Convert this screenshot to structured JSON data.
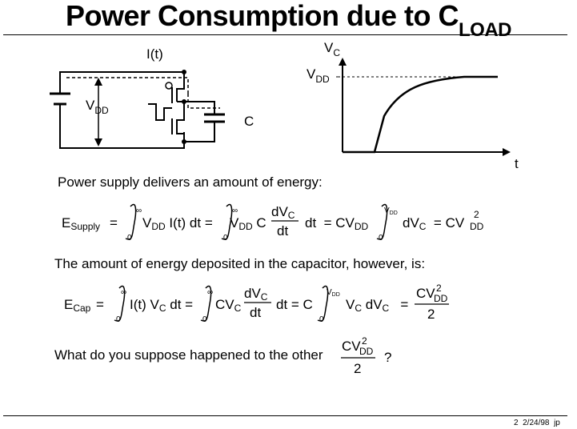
{
  "title": {
    "main": "Power Consumption due to C",
    "sub": "LOAD"
  },
  "circuit": {
    "current_label": "I(t)",
    "vdd_label": "V",
    "vdd_sub": "DD",
    "cap_label": "C"
  },
  "graph": {
    "y_label": "V",
    "y_sub": "C",
    "vdd_label": "V",
    "vdd_sub": "DD",
    "x_label": "t"
  },
  "text1": "Power supply delivers an amount of energy:",
  "text2": "The amount of energy deposited in the capacitor, however, is:",
  "text3": "What do you suppose happened to the other",
  "eq1": {
    "lhs": "E",
    "lhs_sub": "Supply",
    "eq": "=",
    "inf": "∞",
    "zero": "0",
    "t1": "V",
    "t1_sub": "DD",
    "t1b": "I(t) dt =",
    "t2": "V",
    "t2_sub": "DD",
    "t2b": "C",
    "frac_num": "dV",
    "frac_num_sub": "C",
    "frac_den": "dt",
    "t3": "dt  = CV",
    "t3_sub": "DD",
    "upper3": "V",
    "upper3_sub": "DD",
    "t4": "dV",
    "t4_sub": "C",
    "t4b": "= CV",
    "t4_sup": "2",
    "t4_sub2": "DD"
  },
  "eq2": {
    "lhs": "E",
    "lhs_sub": "Cap",
    "eq": "=",
    "inf": "∞",
    "zero": "0",
    "t1": "I(t) V",
    "t1_sub": "C",
    "t1b": "dt =",
    "t2": "CV",
    "t2_sub": "C",
    "frac_num": "dV",
    "frac_num_sub": "C",
    "frac_den": "dt",
    "t3": "dt = C",
    "upper3": "V",
    "upper3_sub": "DD",
    "t4": "V",
    "t4_sub": "C",
    "t4b": "dV",
    "t4b_sub": "C",
    "t4c": "=",
    "res_num": "CV",
    "res_sup": "2",
    "res_sub": "DD",
    "res_den": "2"
  },
  "q": {
    "num": "CV",
    "sup": "2",
    "sub": "DD",
    "den": "2",
    "mark": "?"
  },
  "footer": {
    "page": "2",
    "date": "2/24/98",
    "initials": "jp"
  }
}
